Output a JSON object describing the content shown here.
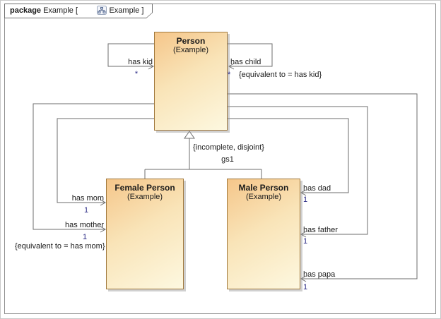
{
  "tab": {
    "keyword": "package",
    "package_name": "Example",
    "open_bracket": "[",
    "diagram_name": "Example",
    "close_bracket": "]",
    "icon": "class-diagram-icon"
  },
  "classes": [
    {
      "name": "Person",
      "stereotype": "(Example)"
    },
    {
      "name": "Female Person",
      "stereotype": "(Example)"
    },
    {
      "name": "Male Person",
      "stereotype": "(Example)"
    }
  ],
  "associations": [
    {
      "name": "has kid",
      "multiplicity": "*"
    },
    {
      "name": "has child",
      "multiplicity": "*",
      "constraint": "{equivalent to = has kid}"
    },
    {
      "name": "has mom",
      "multiplicity": "1"
    },
    {
      "name": "has mother",
      "multiplicity": "1",
      "constraint": "{equivalent to = has mom}"
    },
    {
      "name": "has dad",
      "multiplicity": "1"
    },
    {
      "name": "has father",
      "multiplicity": "1"
    },
    {
      "name": "has papa",
      "multiplicity": "1"
    }
  ],
  "generalization": {
    "constraint": "{incomplete, disjoint}",
    "set_name": "gs1"
  },
  "colors": {
    "class_fill_top": "#f5c68a",
    "class_fill_bottom": "#fdf8e0",
    "class_border": "#a0783c",
    "line": "#6e6e6e",
    "multiplicity_text": "#2b2b86",
    "text": "#1a1a1a"
  }
}
